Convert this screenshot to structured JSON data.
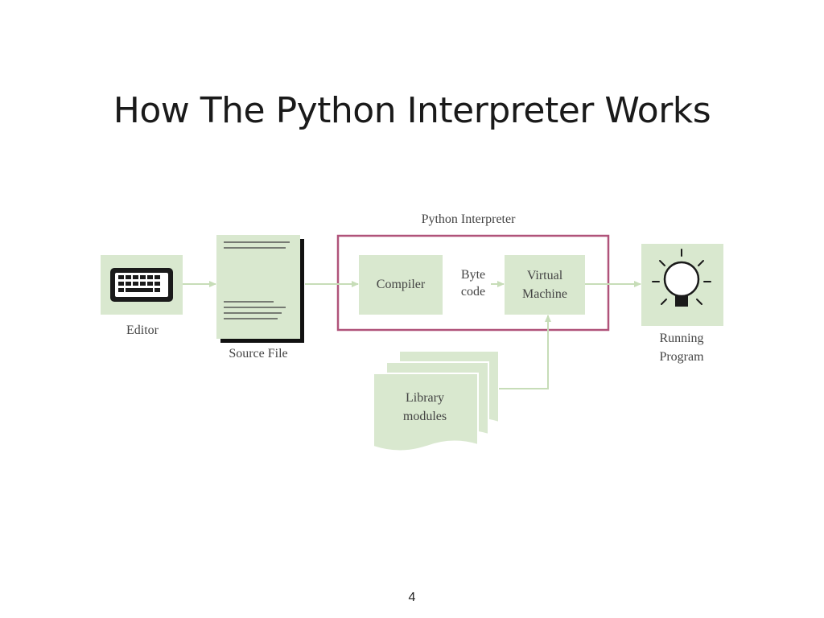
{
  "slide": {
    "title": "How The Python Interpreter Works",
    "page_number": "4"
  },
  "diagram": {
    "interpreter_label": "Python Interpreter",
    "editor_label": "Editor",
    "source_file_label": "Source File",
    "compiler_label": "Compiler",
    "byte_code_line1": "Byte",
    "byte_code_line2": "code",
    "vm_line1": "Virtual",
    "vm_line2": "Machine",
    "library_line1": "Library",
    "library_line2": "modules",
    "running_line1": "Running",
    "running_line2": "Program",
    "icons": {
      "editor": "keyboard-icon",
      "running_program": "lightbulb-icon"
    },
    "colors": {
      "box_fill": "#d9e8cf",
      "frame": "#b0537a",
      "arrow": "#c7ddb8",
      "text": "#444444"
    }
  }
}
